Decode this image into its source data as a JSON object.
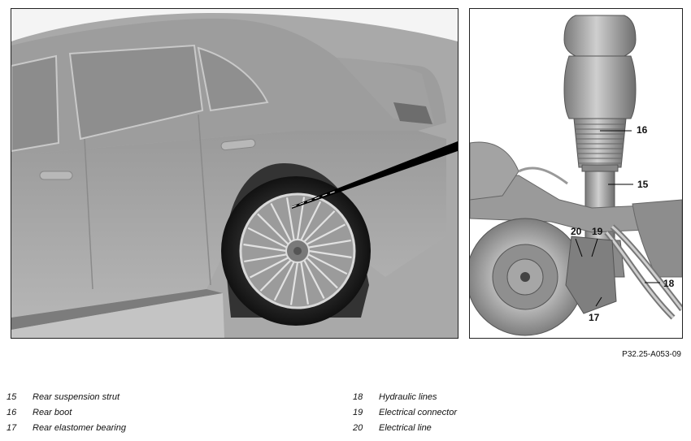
{
  "callouts": {
    "c15": "15",
    "c16": "16",
    "c17": "17",
    "c18": "18",
    "c19": "19",
    "c20": "20"
  },
  "figure_code": "P32.25-A053-09",
  "legend": [
    {
      "num": "15",
      "label": "Rear suspension strut"
    },
    {
      "num": "16",
      "label": "Rear boot"
    },
    {
      "num": "17",
      "label": "Rear elastomer bearing"
    },
    {
      "num": "18",
      "label": "Hydraulic lines"
    },
    {
      "num": "19",
      "label": "Electrical connector"
    },
    {
      "num": "20",
      "label": "Electrical line"
    }
  ]
}
